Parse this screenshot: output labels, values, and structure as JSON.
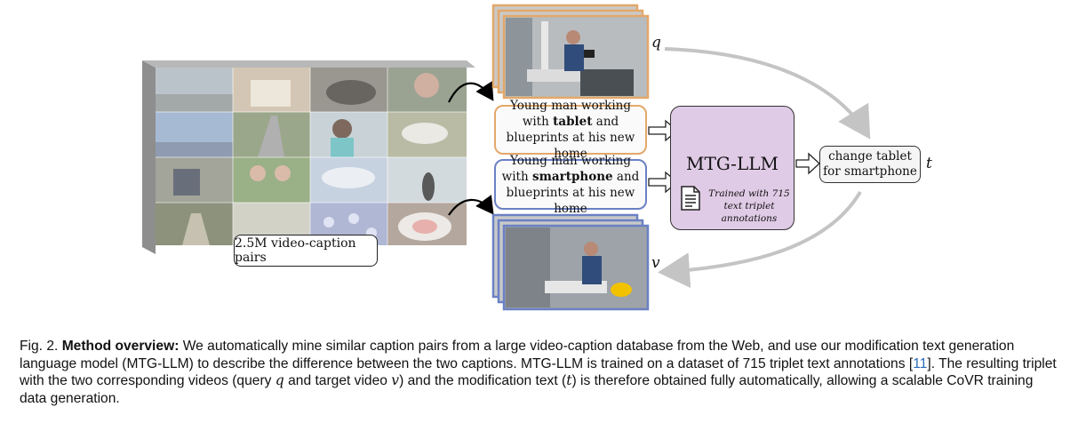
{
  "figure": {
    "database_label": "2.5M video-caption pairs",
    "query_caption": {
      "before": "Young man working with ",
      "bold": "tablet",
      "after": " and blueprints at his new home"
    },
    "target_caption": {
      "before": "Young man working with ",
      "bold": "smartphone",
      "after": " and blueprints at his new home"
    },
    "model": {
      "name": "MTG-LLM",
      "note": "Trained with 715 text triplet annotations",
      "icon": "document-icon"
    },
    "modification_text": "change tablet for smartphone",
    "symbols": {
      "query": "q",
      "target": "v",
      "text": "t"
    },
    "colors": {
      "query_border": "#e3a86a",
      "target_border": "#6b81c4",
      "model_fill": "#e0cbe6",
      "arrow_gray": "#c4c4c4"
    }
  },
  "caption": {
    "prefix": "Fig. 2.",
    "bold": "Method overview:",
    "text1": " We automatically mine similar caption pairs from a large video-caption database from the Web, and use our modification text generation language model (MTG-LLM) to describe the difference between the two captions. MTG-LLM is trained on a dataset of 715 triplet text annotations [",
    "cite": "11",
    "text2": "]. The resulting triplet with the two corresponding videos (query ",
    "q": "q",
    "text3": " and target video ",
    "v": "v",
    "text4": ") and the modification text (",
    "t": "t",
    "text5": ") is therefore obtained fully automatically, allowing a scalable CoVR training data generation."
  }
}
